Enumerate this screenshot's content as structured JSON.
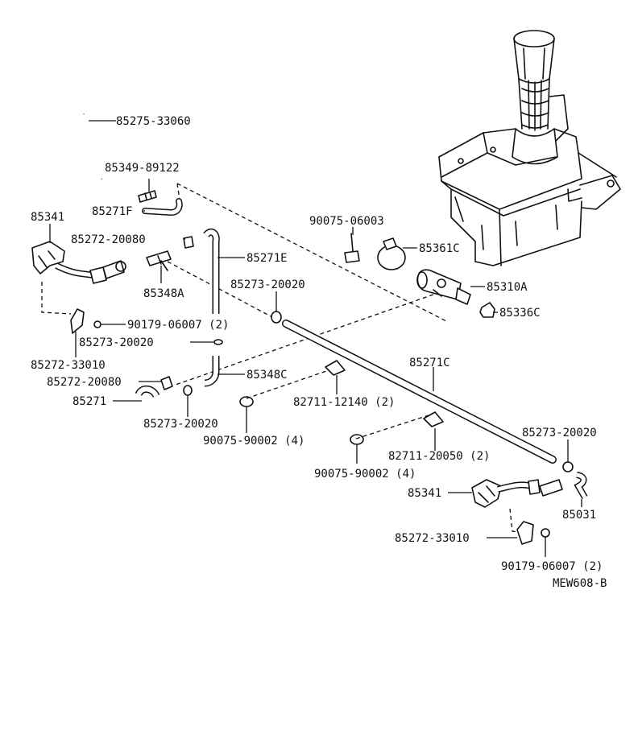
{
  "diagram": {
    "code": "MEW608-B",
    "labels": {
      "p85275_33060": "85275-33060",
      "p85349_89122": "85349-89122",
      "p85271F": "85271F",
      "p85341_top": "85341",
      "p85272_20080_top": "85272-20080",
      "p85271E": "85271E",
      "p85348A": "85348A",
      "p85273_20020_mid": "85273-20020",
      "p90075_06003": "90075-06003",
      "p85361C": "85361C",
      "p85310A": "85310A",
      "p85336C": "85336C",
      "p90179_06007_left": "90179-06007 (2)",
      "p85273_20020_left": "85273-20020",
      "p85272_33010_left": "85272-33010",
      "p85272_20080_left": "85272-20080",
      "p85348C": "85348C",
      "p85271C": "85271C",
      "p85271": "85271",
      "p85273_20020_bottom": "85273-20020",
      "p82711_12140": "82711-12140 (2)",
      "p90075_90002_a": "90075-90002 (4)",
      "p82711_20050": "82711-20050 (2)",
      "p90075_90002_b": "90075-90002 (4)",
      "p85273_20020_right": "85273-20020",
      "p85341_bottom": "85341",
      "p85031": "85031",
      "p85272_33010_right": "85272-33010",
      "p90179_06007_right": "90179-06007 (2)"
    }
  }
}
